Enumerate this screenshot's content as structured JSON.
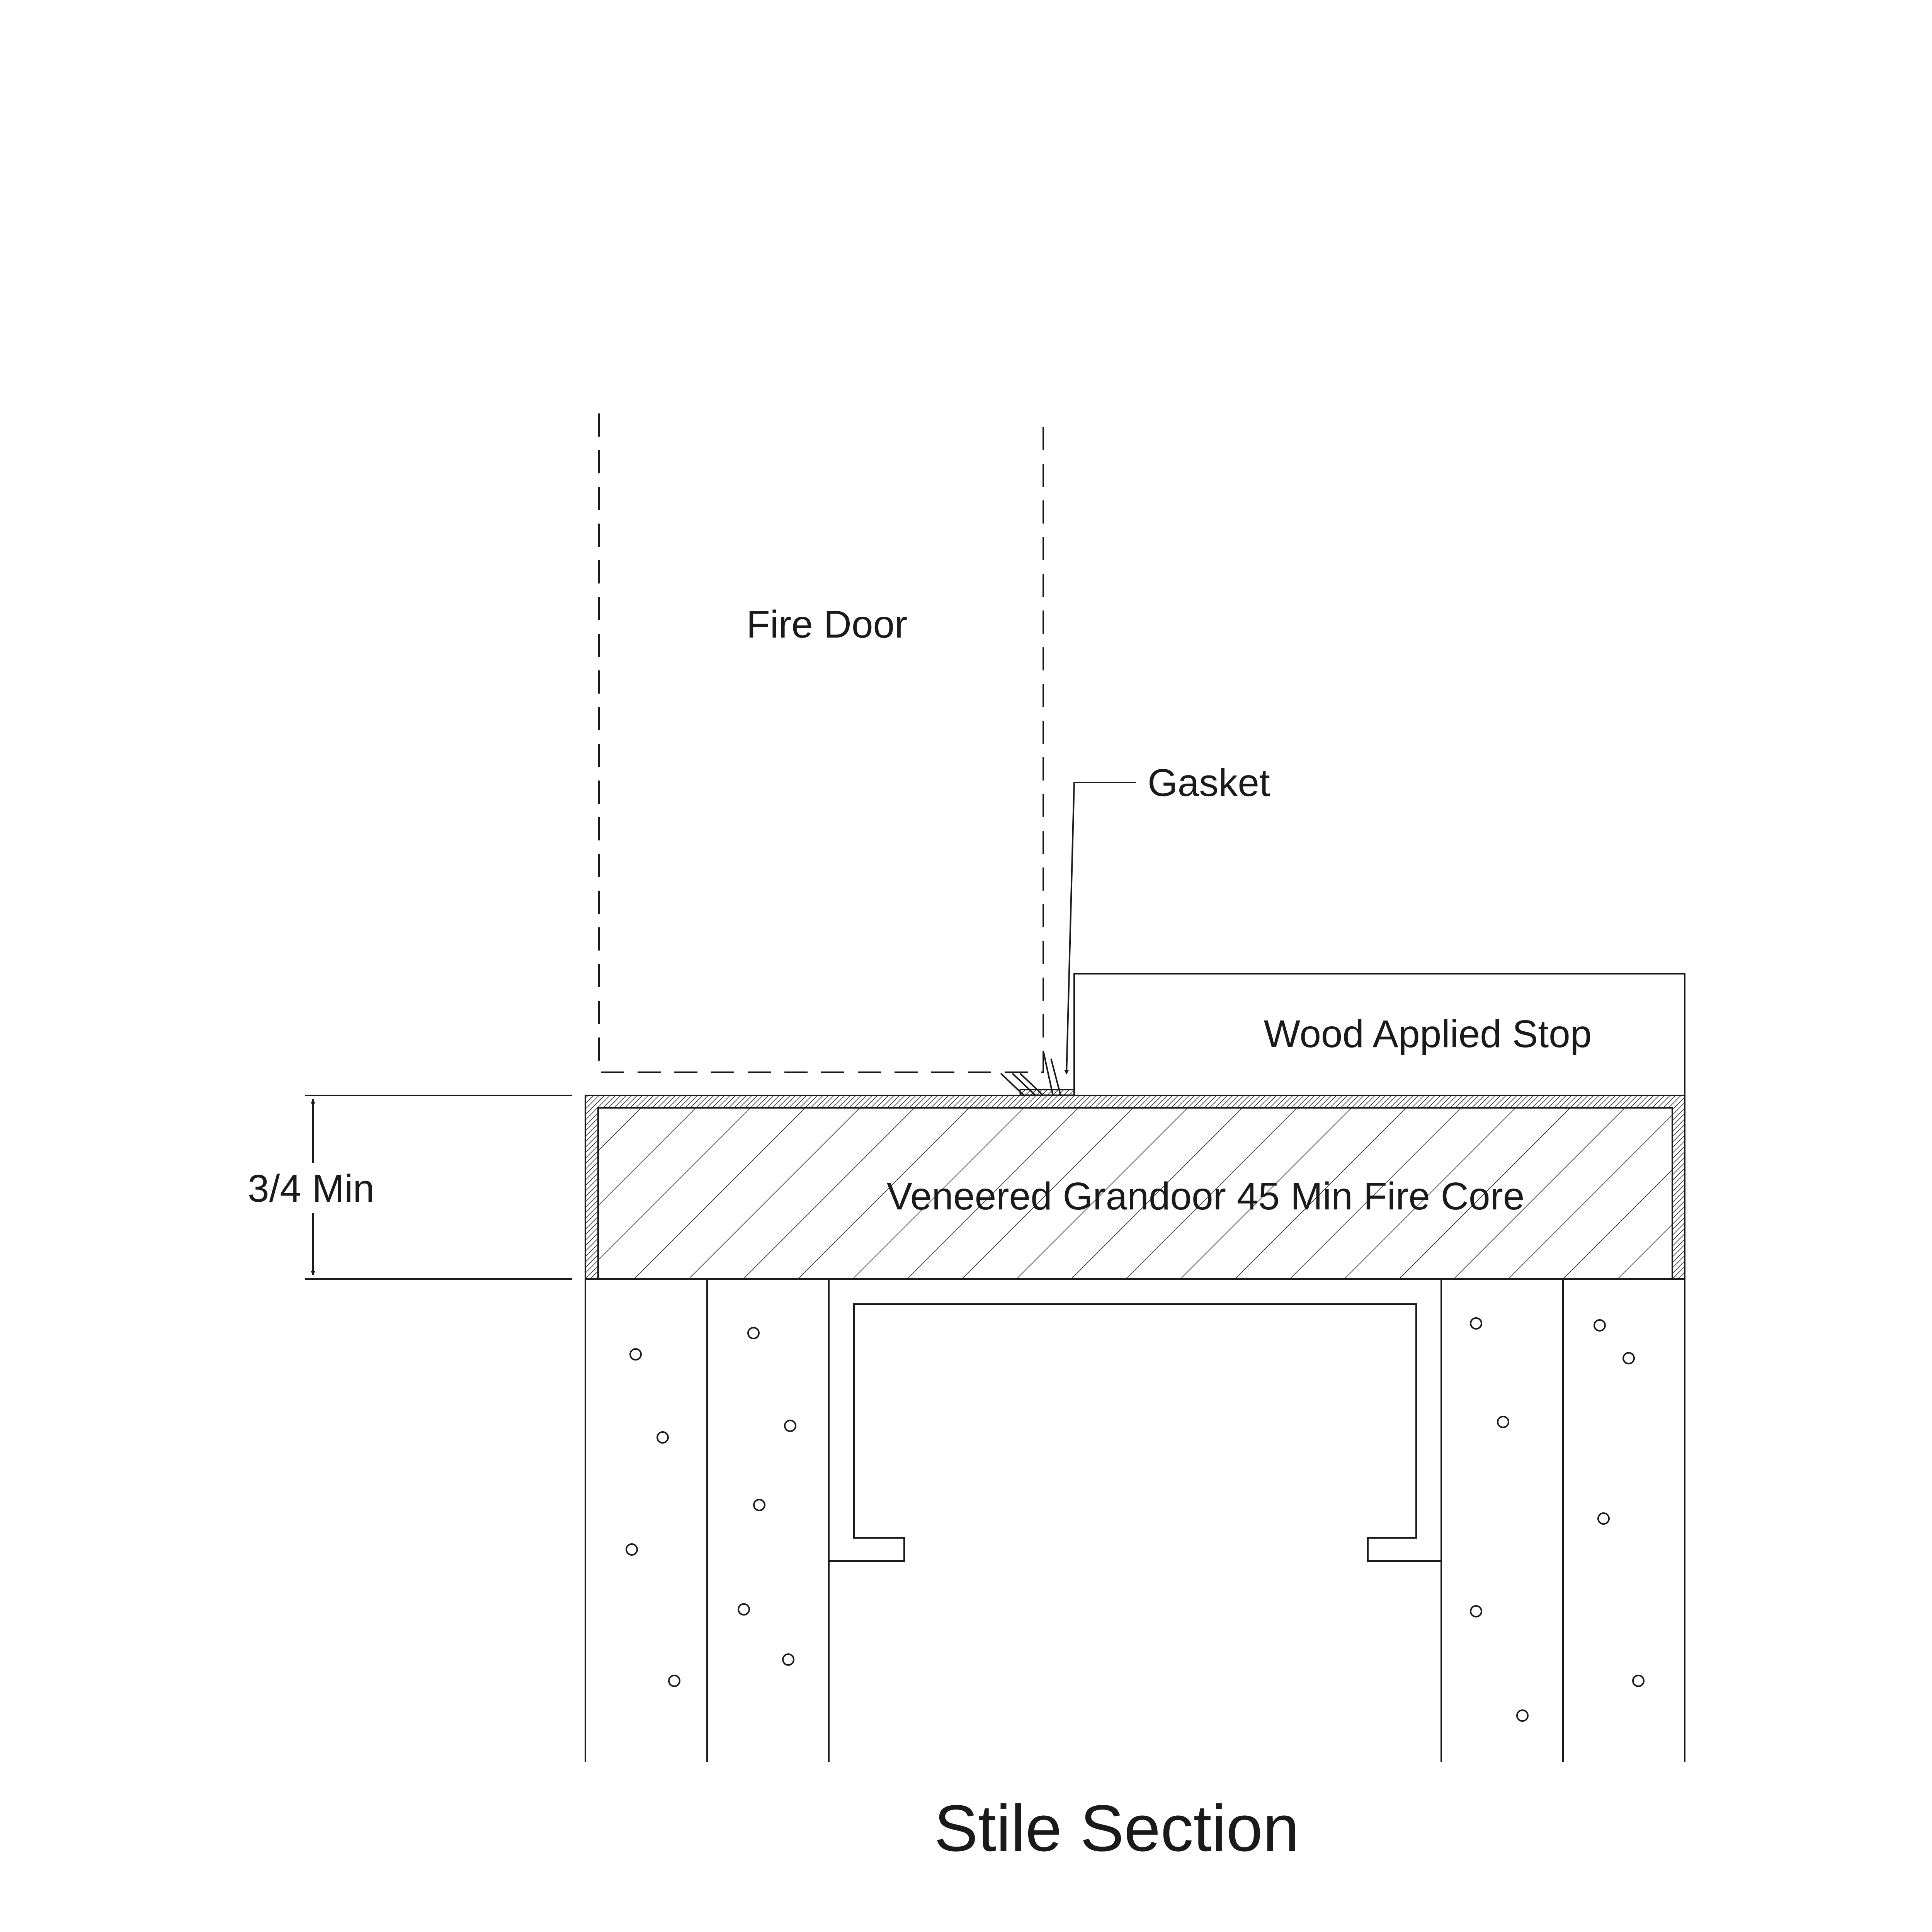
{
  "labels": {
    "fire_door": "Fire Door",
    "gasket": "Gasket",
    "wood_stop": "Wood Applied Stop",
    "fire_core": "Veneered Grandoor 45 Min Fire Core",
    "dimension": "3/4 Min",
    "title": "Stile Section"
  },
  "colors": {
    "line": "#1a1a1a",
    "background": "#ffffff"
  }
}
